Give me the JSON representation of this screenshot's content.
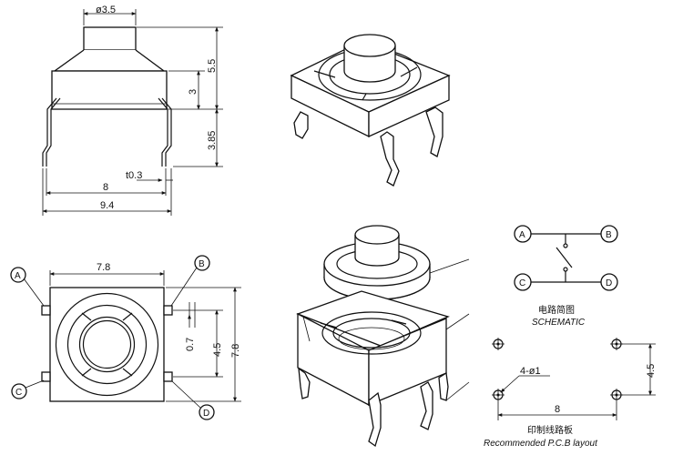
{
  "top_view": {
    "dim_diameter": "ø3.5",
    "dim_height_total": "5.5",
    "dim_height_body": "3",
    "dim_pin_length": "3.85",
    "dim_pin_thickness": "t0.3",
    "dim_inner_width": "8",
    "dim_outer_width": "9.4"
  },
  "bottom_view": {
    "dim_width": "7.8",
    "dim_height": "7.8",
    "dim_pin_gap": "0.7",
    "dim_pin_pitch": "4.5",
    "pin_labels": [
      "A",
      "B",
      "C",
      "D"
    ]
  },
  "schematic": {
    "pin_labels": [
      "A",
      "B",
      "C",
      "D"
    ],
    "caption_cn": "电路简图",
    "caption_en": "SCHEMATIC"
  },
  "pcb_layout": {
    "dim_holes": "4-ø1",
    "dim_vertical": "4.5",
    "dim_horizontal": "8",
    "caption_cn": "印制线路板",
    "caption_en": "Recommended P.C.B layout"
  }
}
